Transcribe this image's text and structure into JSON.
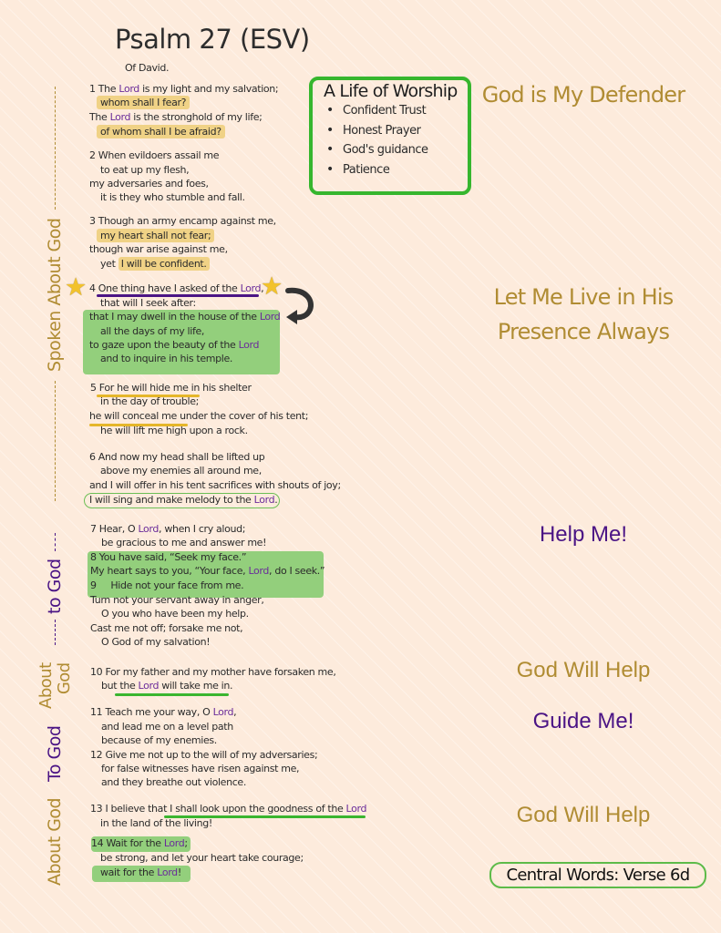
{
  "header": {
    "title": "Psalm 27 (ESV)",
    "subtitle": "Of David."
  },
  "colors": {
    "background": "#fdebdc",
    "gold": "#b08c33",
    "purple": "#4a1485",
    "lord": "#6a2c9a",
    "highlight_gold": "#f0d286",
    "highlight_green": "#93cf7c",
    "box_green": "#36b62e",
    "underline_purple": "#4a1485",
    "underline_gold": "#e5b62a",
    "underline_green": "#3ab52f"
  },
  "worship_box": {
    "title": "A Life of Worship",
    "items": [
      "Confident Trust",
      "Honest Prayer",
      "God's guidance",
      "Patience"
    ]
  },
  "right_labels": {
    "defender": "God is My Defender",
    "presence_1": "Let Me Live in His",
    "presence_2": "Presence Always",
    "help_me": "Help Me!",
    "will_help_1": "God Will Help",
    "guide_me": "Guide Me!",
    "will_help_2": "God Will Help",
    "central": "Central Words: Verse 6d"
  },
  "side_labels": {
    "spoken_about_god": "Spoken About God",
    "to_god_dashed": "to God",
    "about_god_two_line_1": "About",
    "about_god_two_line_2": "God",
    "to_god": "To God",
    "about_god": "About God"
  },
  "psalm": {
    "v1": {
      "a1": "1 The ",
      "lord1": "Lord",
      "a2": " is my light and my salvation;",
      "b": "whom shall I fear?",
      "c1": "The ",
      "lord2": "Lord",
      "c2": " is the stronghold of my life;",
      "d": "of whom shall I be afraid?"
    },
    "v2": {
      "a": "2 When evildoers assail me",
      "b": "to eat up my flesh,",
      "c": "my adversaries and foes,",
      "d": "it is they who stumble and fall."
    },
    "v3": {
      "a": "3 Though an army encamp against me,",
      "b": "my heart shall not fear;",
      "c": "though war arise against me,",
      "d1": "yet ",
      "d2": "I will be confident."
    },
    "v4": {
      "a1": "4 One thing have I asked of the ",
      "lord1": "Lord",
      "a2": ",",
      "b": "that will I seek after:",
      "c1": "that I may dwell in the house of the ",
      "lord2": "Lord",
      "d": "all the days of my life,",
      "e1": "to gaze upon the beauty of the ",
      "lord3": "Lord",
      "f": "and to inquire in his temple."
    },
    "v5": {
      "a": "5 For he will hide me in his shelter",
      "b": "in the day of trouble;",
      "c": "he will conceal me under the cover of his tent;",
      "d": "he will lift me high upon a rock."
    },
    "v6": {
      "a": "6 And now my head shall be lifted up",
      "b": "above my enemies all around me,",
      "c": "and I will offer in his tent sacrifices with shouts of joy;",
      "d1": "I will sing and make melody to the ",
      "lord": "Lord",
      "d2": "."
    },
    "v7": {
      "a1": "7 Hear, O ",
      "lord": "Lord",
      "a2": ", when I cry aloud;",
      "b": "be gracious to me and answer me!"
    },
    "v8": {
      "a": "8 You have said, “Seek my face.”",
      "b1": "My heart says to you, “Your face, ",
      "lord": "Lord",
      "b2": ", do I seek.”"
    },
    "v9": {
      "a": "9     Hide not your face from me.",
      "b": "Turn not your servant away in anger,",
      "c": "O you who have been my help.",
      "d": "Cast me not off; forsake me not,",
      "e": "O God of my salvation!"
    },
    "v10": {
      "a": "10 For my father and my mother have forsaken me,",
      "b1": "but the ",
      "lord": "Lord",
      "b2": " will take me in."
    },
    "v11": {
      "a1": "11 Teach me your way, O ",
      "lord": "Lord",
      "a2": ",",
      "b": "and lead me on a level path",
      "c": "because of my enemies."
    },
    "v12": {
      "a": "12 Give me not up to the will of my adversaries;",
      "b": "for false witnesses have risen against me,",
      "c": "and they breathe out violence."
    },
    "v13": {
      "a1": "13 I believe that I shall look upon the goodness of the ",
      "lord": "Lord",
      "b": "in the land of the living!"
    },
    "v14": {
      "a1": "14 Wait for the ",
      "lord1": "Lord",
      "a2": ";",
      "b": "be strong, and let your heart take courage;",
      "c1": "wait for the ",
      "lord2": "Lord",
      "c2": "!"
    }
  },
  "icons": {
    "star": "★",
    "curved_arrow": "curved-return-arrow"
  }
}
